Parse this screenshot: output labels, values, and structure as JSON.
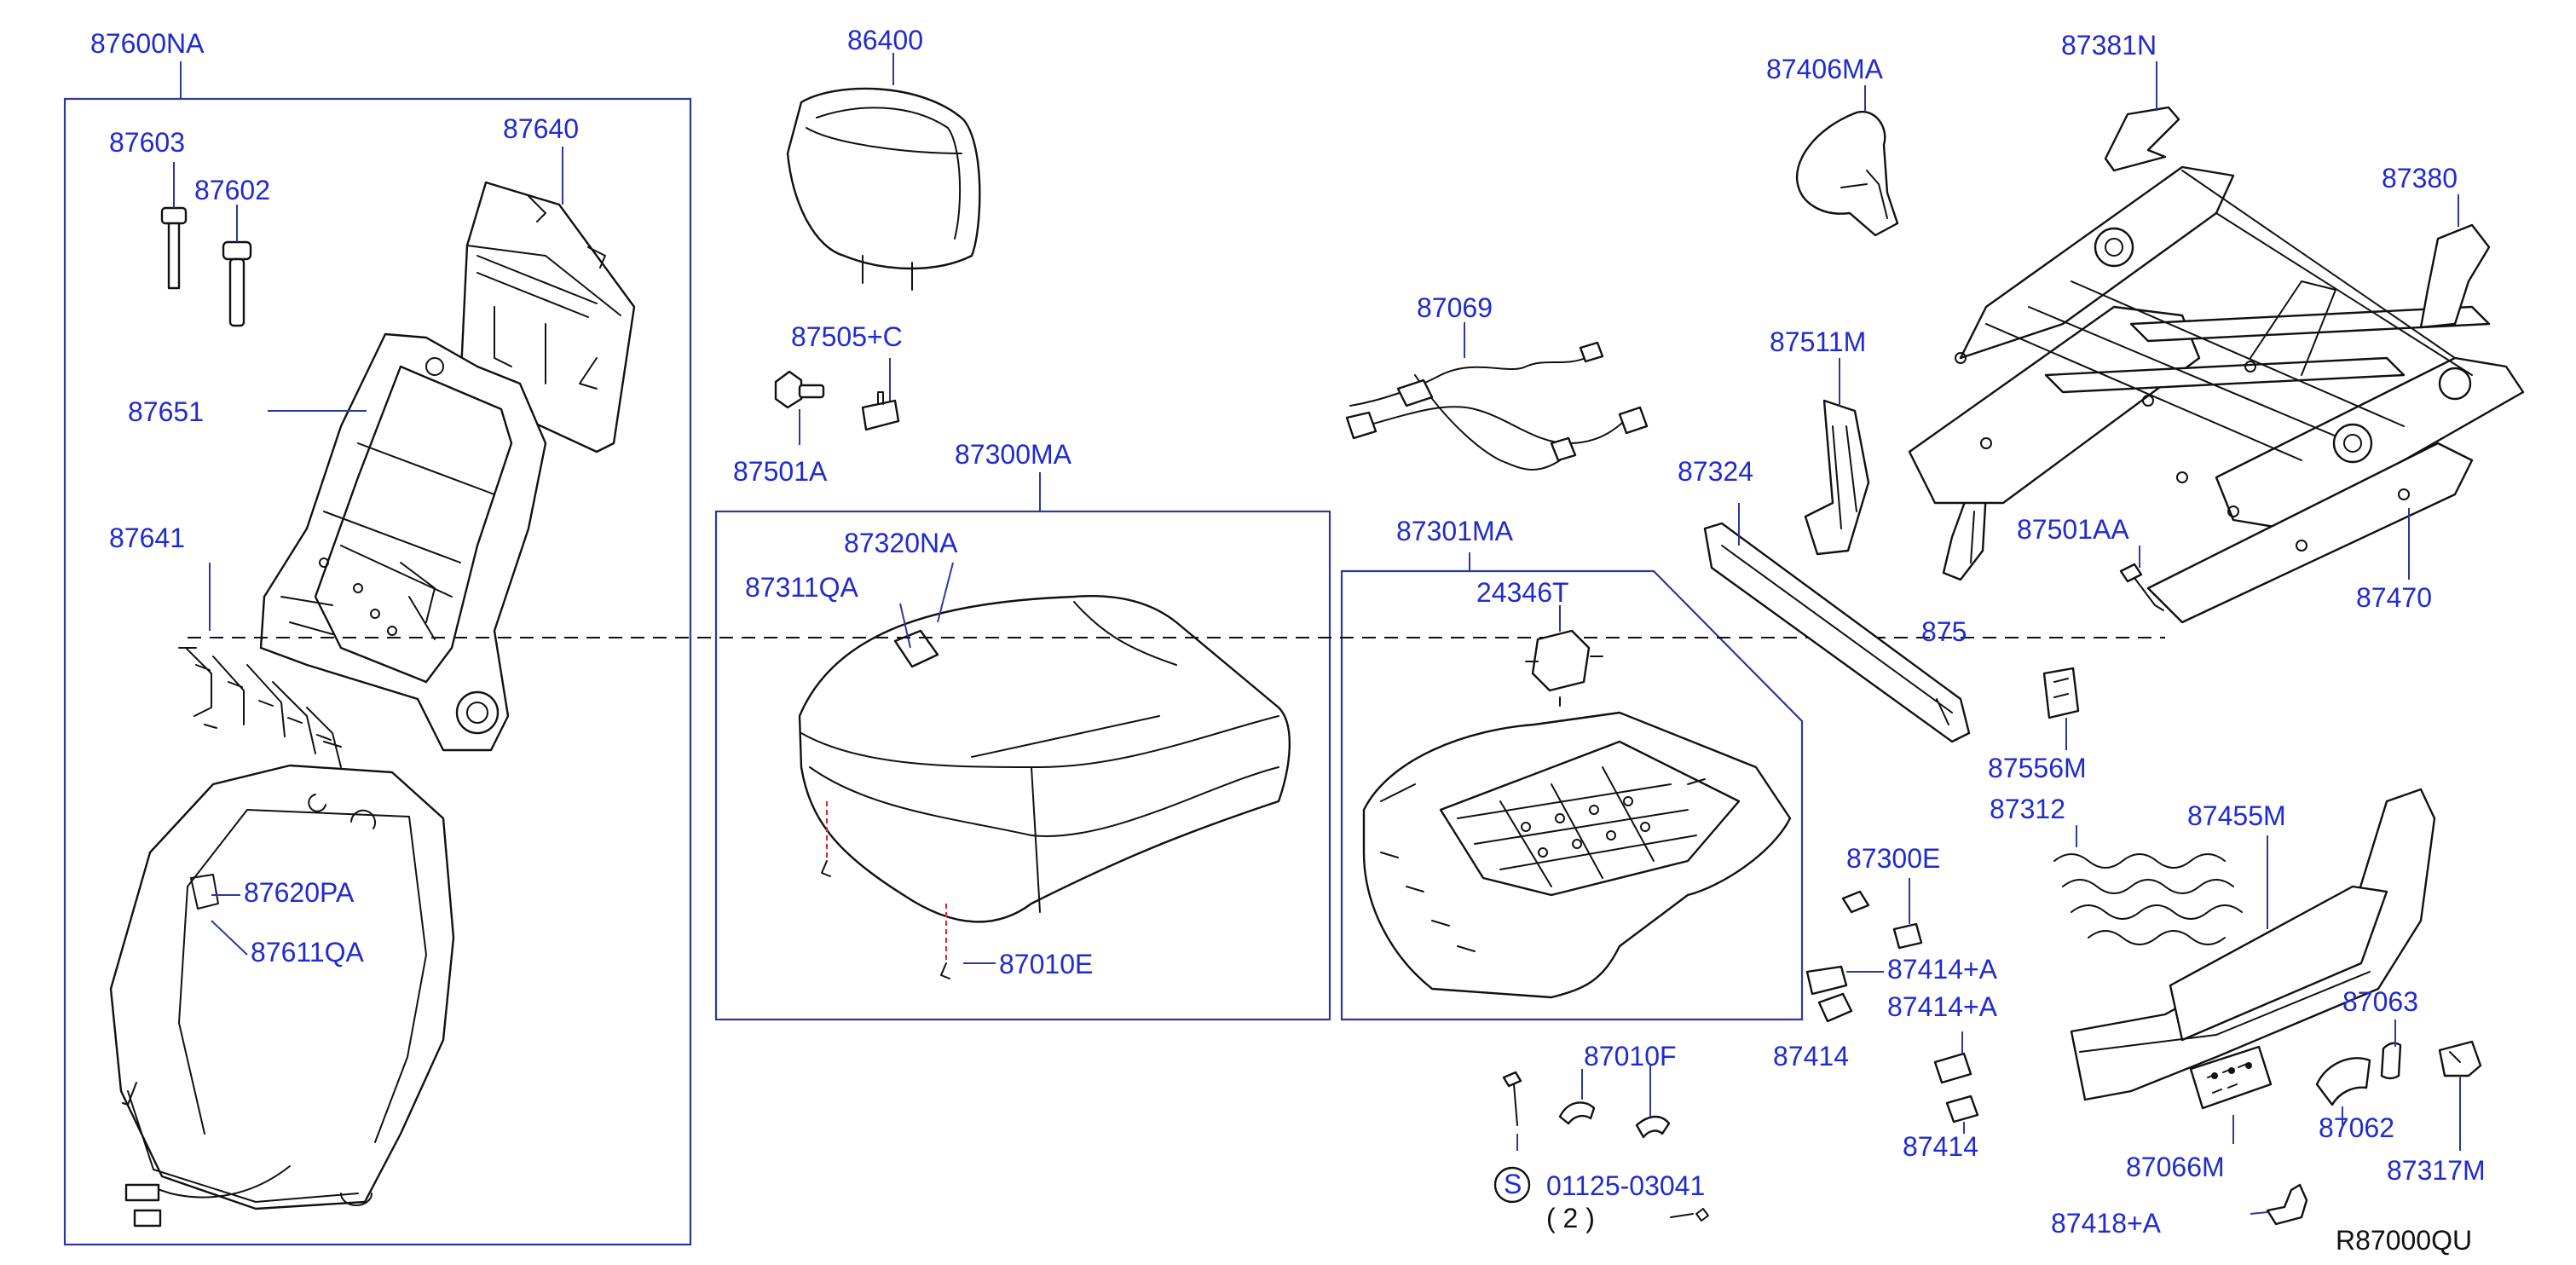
{
  "diagram_code": "R87000QU",
  "parts": {
    "p87600NA": "87600NA",
    "p87603": "87603",
    "p87602": "87602",
    "p87640": "87640",
    "p87651": "87651",
    "p87641": "87641",
    "p87620PA": "87620PA",
    "p87611QA": "87611QA",
    "p86400": "86400",
    "p87505C": "87505+C",
    "p87501A": "87501A",
    "p87300MA": "87300MA",
    "p87320NA": "87320NA",
    "p87311QA": "87311QA",
    "p87010E": "87010E",
    "p87069": "87069",
    "p87301MA": "87301MA",
    "p24346T": "24346T",
    "p87010F": "87010F",
    "p01125_03041": "01125-03041",
    "qty_2": "( 2 )",
    "symbol_s": "S",
    "p87406MA": "87406MA",
    "p87511M": "87511M",
    "p87324": "87324",
    "p87300E": "87300E",
    "p87414A_1": "87414+A",
    "p87414A_2": "87414+A",
    "p87414_1": "87414",
    "p87414_2": "87414",
    "p87381N": "87381N",
    "p87380": "87380",
    "p87501AA": "87501AA",
    "p87470": "87470",
    "p87556M": "87556M",
    "p87312": "87312",
    "p87455M": "87455M",
    "p87063": "87063",
    "p87062": "87062",
    "p87066M": "87066M",
    "p87317M": "87317M",
    "p87418A": "87418+A",
    "partial_label": "875"
  }
}
